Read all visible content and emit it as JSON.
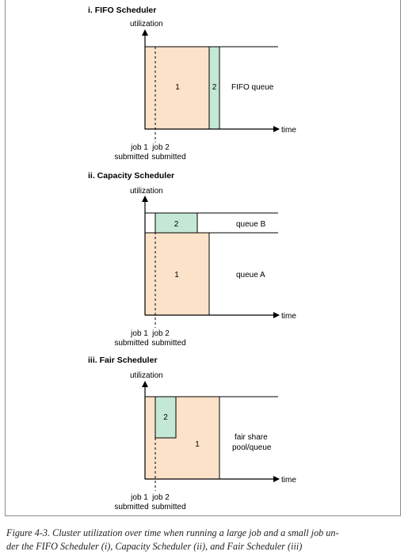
{
  "panels": [
    {
      "title": "i. FIFO Scheduler",
      "y_label": "utilization",
      "x_label": "time",
      "job1_label": "job 1",
      "job2_label": "job 2",
      "submitted_label": "submitted",
      "job1_block_label": "1",
      "job2_block_label": "2",
      "queue_label_1": "FIFO queue"
    },
    {
      "title": "ii. Capacity Scheduler",
      "y_label": "utilization",
      "x_label": "time",
      "job1_label": "job 1",
      "job2_label": "job 2",
      "submitted_label": "submitted",
      "job1_block_label": "1",
      "job2_block_label": "2",
      "queue_label_1": "queue B",
      "queue_label_2": "queue A"
    },
    {
      "title": "iii. Fair Scheduler",
      "y_label": "utilization",
      "x_label": "time",
      "job1_label": "job 1",
      "job2_label": "job 2",
      "submitted_label": "submitted",
      "job1_block_label": "1",
      "job2_block_label": "2",
      "queue_label_1": "fair share",
      "queue_label_2": "pool/queue"
    }
  ],
  "caption_line1": "Figure 4-3. Cluster utilization over time when running a large job and a small job un-",
  "caption_line2": "der the FIFO Scheduler (i), Capacity Scheduler (ii), and Fair Scheduler (iii)",
  "colors": {
    "job1_fill": "#fce2c8",
    "job2_fill": "#c4e8d6",
    "stroke": "#000000"
  }
}
